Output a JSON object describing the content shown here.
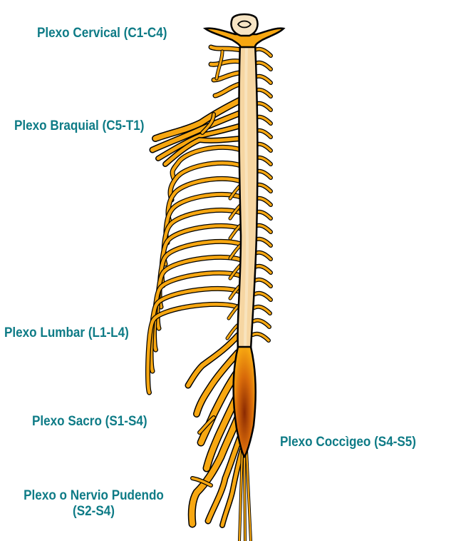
{
  "labels": {
    "cervical": "Plexo Cervical (C1-C4)",
    "brachial": "Plexo Braquial (C5-T1)",
    "lumbar": "Plexo Lumbar (L1-L4)",
    "sacral": "Plexo Sacro (S1-S4)",
    "coccygeal": "Plexo Coccìgeo (S4-S5)",
    "pudendal_line1": "Plexo o Nervio Pudendo",
    "pudendal_line2": "(S2-S4)"
  },
  "colors": {
    "label": "#0e7b86",
    "nerve": "#f7a711",
    "cord": "#f6d6a2",
    "outline": "#000000",
    "conus_dark": "#9a3a05"
  }
}
